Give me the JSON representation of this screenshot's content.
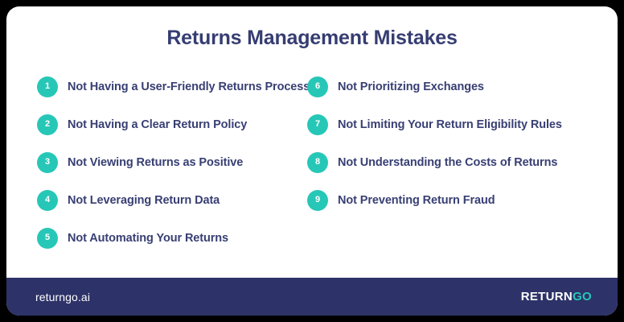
{
  "header": {
    "title": "Returns Management Mistakes"
  },
  "colors": {
    "card_background": "#ffffff",
    "title_text": "#363D72",
    "item_text": "#383F73",
    "badge_fill": "#27C7B7",
    "badge_text": "#ffffff",
    "footer_background": "#2D3268",
    "footer_text": "#ffffff",
    "logo_accent": "#27C7B7"
  },
  "columns": {
    "left": [
      {
        "number": "1",
        "label": "Not Having a User-Friendly Returns Process"
      },
      {
        "number": "2",
        "label": "Not Having a Clear Return Policy"
      },
      {
        "number": "3",
        "label": "Not Viewing Returns as Positive"
      },
      {
        "number": "4",
        "label": "Not Leveraging Return Data"
      },
      {
        "number": "5",
        "label": "Not Automating Your Returns"
      }
    ],
    "right": [
      {
        "number": "6",
        "label": "Not Prioritizing Exchanges"
      },
      {
        "number": "7",
        "label": "Not Limiting Your Return Eligibility Rules"
      },
      {
        "number": "8",
        "label": "Not Understanding the Costs of Returns"
      },
      {
        "number": "9",
        "label": "Not Preventing Return Fraud"
      }
    ]
  },
  "footer": {
    "site": "returngo.ai",
    "logo_primary": "RETURN",
    "logo_accent": "GO"
  }
}
